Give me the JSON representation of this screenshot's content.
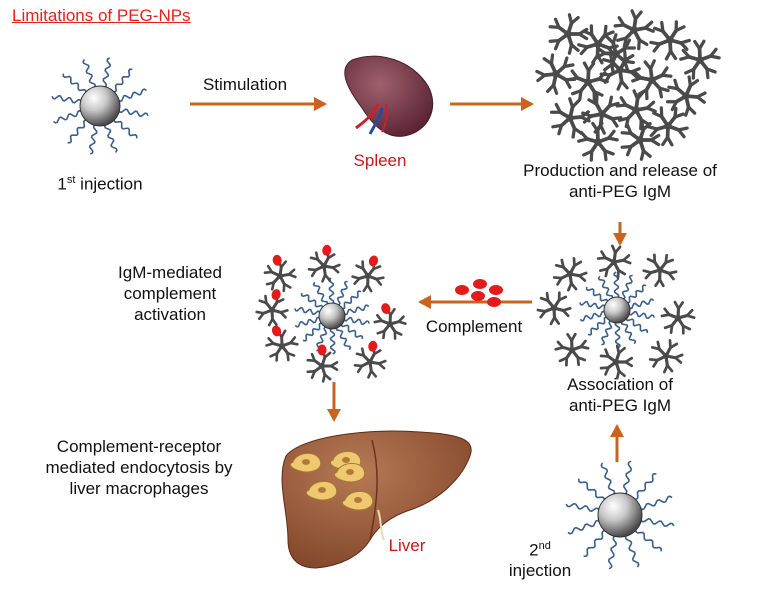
{
  "title": "Limitations of PEG-NPs",
  "labels": {
    "first_injection_main": "1",
    "first_injection_sup": "st",
    "first_injection_rest": " injection",
    "stimulation": "Stimulation",
    "spleen": "Spleen",
    "production_line1": "Production and release of",
    "production_line2": "anti-PEG IgM",
    "association_line1": "Association of",
    "association_line2": "anti-PEG IgM",
    "second_injection_main": "2",
    "second_injection_sup": "nd",
    "second_injection_rest": "injection",
    "complement": "Complement",
    "activation_line1": "IgM-mediated",
    "activation_line2": "complement",
    "activation_line3": "activation",
    "endocytosis_line1": "Complement-receptor",
    "endocytosis_line2": "mediated endocytosis by",
    "endocytosis_line3": "liver macrophages",
    "liver": "Liver"
  },
  "colors": {
    "arrow": "#c8641e",
    "title": "#e8221a",
    "organ_label": "#c41a1a",
    "peg_chain": "#3a5f8c",
    "antibody": "#4a4a4a",
    "complement": "#e31b1b",
    "spleen": "#7a3a4a",
    "liver": "#9a5a3c",
    "macrophage": "#f0c870"
  }
}
